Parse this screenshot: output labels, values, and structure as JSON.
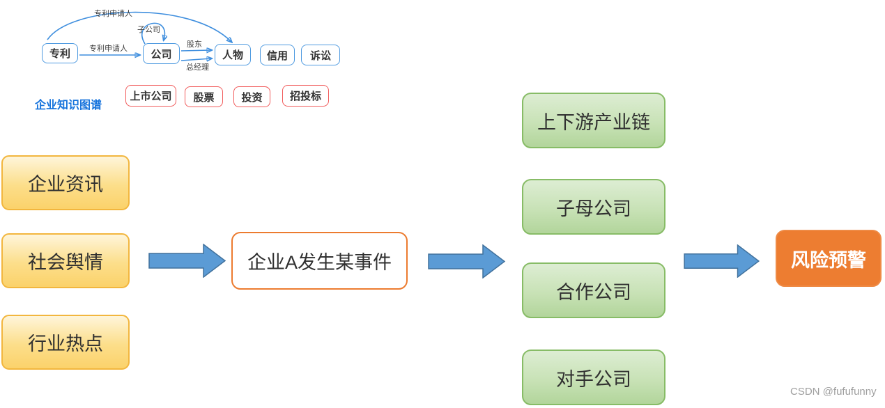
{
  "knowledge_graph": {
    "caption": "企业知识图谱",
    "blue_nodes": [
      {
        "label": "专利"
      },
      {
        "label": "公司"
      },
      {
        "label": "人物"
      },
      {
        "label": "信用"
      },
      {
        "label": "诉讼"
      }
    ],
    "red_nodes": [
      {
        "label": "上市公司"
      },
      {
        "label": "股票"
      },
      {
        "label": "投资"
      },
      {
        "label": "招投标"
      }
    ],
    "edges": [
      {
        "label": "专利申请人",
        "from": "专利",
        "to": "人物"
      },
      {
        "label": "专利申请人",
        "from": "专利",
        "to": "公司"
      },
      {
        "label": "子公司",
        "from": "公司",
        "to": "公司"
      },
      {
        "label": "股东",
        "from": "公司",
        "to": "人物"
      },
      {
        "label": "总经理",
        "from": "公司",
        "to": "人物"
      }
    ]
  },
  "inputs": [
    {
      "label": "企业资讯"
    },
    {
      "label": "社会舆情"
    },
    {
      "label": "行业热点"
    }
  ],
  "event_box": {
    "label": "企业A发生某事件"
  },
  "related_entities": [
    {
      "label": "上下游产业链"
    },
    {
      "label": "子母公司"
    },
    {
      "label": "合作公司"
    },
    {
      "label": "对手公司"
    }
  ],
  "output_box": {
    "label": "风险预警"
  },
  "watermark": "CSDN @fufufunny",
  "colors": {
    "arrow_fill": "#5B9BD5",
    "arrow_stroke": "#41719C",
    "input_border": "#F2B63E",
    "event_border": "#EC7B2F",
    "entity_border": "#87BC66",
    "output_fill": "#ED7D31",
    "kg_blue": "#3E8EDE",
    "kg_red": "#F15B5B",
    "kg_caption_blue": "#1673DC"
  }
}
